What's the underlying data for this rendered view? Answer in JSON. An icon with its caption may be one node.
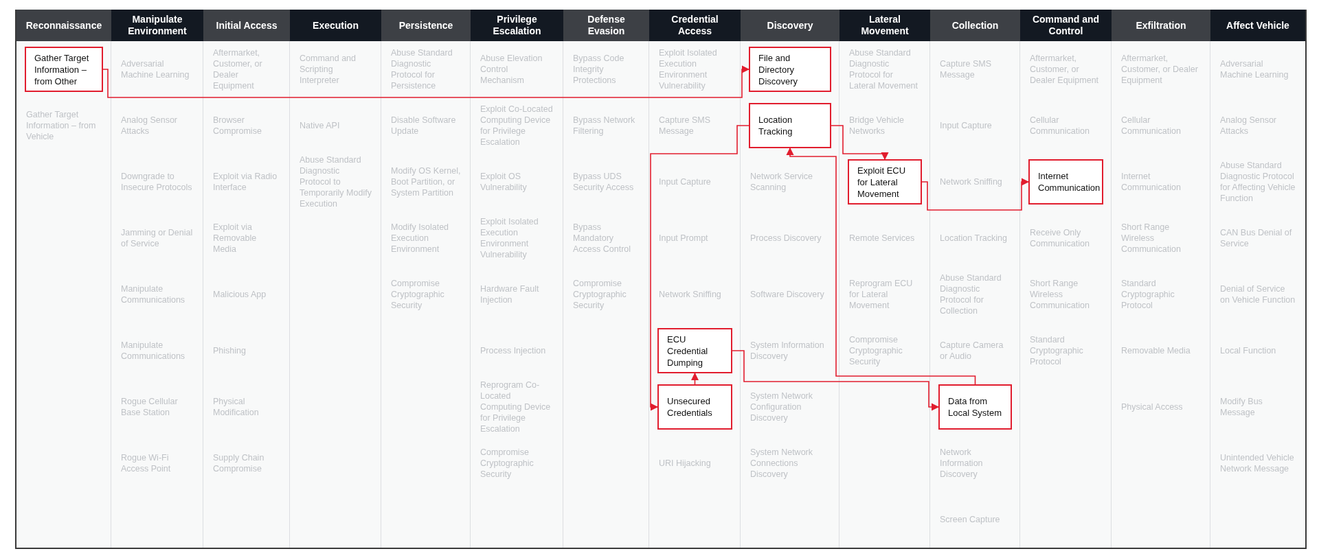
{
  "diagram": {
    "nodes": [
      {
        "text": [
          "Reconnaissance"
        ]
      },
      {
        "text": [
          "Manipulate Environment"
        ]
      },
      {
        "text": [
          "Initial Access"
        ]
      },
      {
        "text": [
          "Execution"
        ]
      },
      {
        "text": [
          "Persistence"
        ]
      },
      {
        "text": [
          "Privilege Escalation"
        ]
      },
      {
        "text": [
          "Defense Evasion"
        ]
      },
      {
        "text": [
          "Credential Access"
        ]
      },
      {
        "text": [
          "Discovery"
        ]
      },
      {
        "text": [
          "Lateral Movement"
        ]
      },
      {
        "text": [
          "Collection"
        ]
      },
      {
        "text": [
          "Command and Control"
        ]
      },
      {
        "text": [
          "Exfiltration"
        ]
      },
      {
        "text": [
          "Affect Vehicle"
        ]
      },
      {
        "text": [
          "Gather Target Information – from Other"
        ]
      },
      {
        "text": [
          "File and Directory Discovery"
        ]
      },
      {
        "text": [
          "Location Tracking"
        ]
      },
      {
        "text": [
          "Exploit ECU for Lateral Movement"
        ]
      },
      {
        "text": [
          "Internet Communication"
        ]
      },
      {
        "text": [
          "ECU Credential Dumping"
        ]
      },
      {
        "text": [
          "Unsecured Credentials"
        ]
      },
      {
        "text": [
          "Data from Local System"
        ]
      }
    ],
    "edges": [
      {
        "from": 14,
        "to": 15,
        "arrow": "to"
      },
      {
        "from": 16,
        "to": 20,
        "arrow": "to"
      },
      {
        "from": 16,
        "to": 17,
        "arrow": "to"
      },
      {
        "from": 17,
        "to": 18,
        "arrow": "to"
      },
      {
        "from": 20,
        "to": 19,
        "arrow": "to"
      },
      {
        "from": 19,
        "to": 21,
        "arrow": "to"
      },
      {
        "from": 21,
        "to": 16,
        "arrow": "to"
      }
    ],
    "labels": [
      "Adversarial Machine Learning",
      "Aftermarket, Customer, or Dealer Equipment",
      "Command and Scripting Interpreter",
      "Abuse Standard Diagnostic Protocol for Persistence",
      "Abuse Elevation Control Mechanism",
      "Bypass Code Integrity Protections",
      "Exploit Isolated Execution Environment Vulnerability",
      "Abuse Standard Diagnostic Protocol for Lateral Movement",
      "Capture SMS Message",
      "Aftermarket, Customer, or Dealer Equipment",
      "Aftermarket, Customer, or Dealer Equipment",
      "Adversarial Machine Learning",
      "Gather Target Information – from Vehicle",
      "Analog Sensor Attacks",
      "Browser Compromise",
      "Native API",
      "Disable Software Update",
      "Exploit Co-Located Computing Device for Privilege Escalation",
      "Bypass Network Filtering",
      "Capture SMS Message",
      "Bridge Vehicle Networks",
      "Input Capture",
      "Cellular Communication",
      "Cellular Communication",
      "Analog Sensor Attacks",
      "Downgrade to Insecure Protocols",
      "Exploit via Radio Interface",
      "Abuse Standard Diagnostic Protocol to Temporarily Modify Execution",
      "Modify OS Kernel, Boot Partition, or System Partition",
      "Exploit OS Vulnerability",
      "Bypass UDS Security Access",
      "Input Capture",
      "Network Service Scanning",
      "Network Sniffing",
      "Internet Communication",
      "Abuse Standard Diagnostic Protocol for Affecting Vehicle Function",
      "Jamming or Denial of Service",
      "Exploit via Removable Media",
      "Modify Isolated Execution Environment",
      "Exploit Isolated Execution Environment Vulnerability",
      "Bypass Mandatory Access Control",
      "Input Prompt",
      "Process Discovery",
      "Remote Services",
      "Location Tracking",
      "Receive Only Communication",
      "Short Range Wireless Communication",
      "CAN Bus Denial of Service",
      "Manipulate Communications",
      "Malicious App",
      "Compromise Cryptographic Security",
      "Hardware Fault Injection",
      "Compromise Cryptographic Security",
      "Network Sniffing",
      "Software Discovery",
      "Reprogram ECU for Lateral Movement",
      "Abuse Standard Diagnostic Protocol for Collection",
      "Short Range Wireless Communication",
      "Standard Cryptographic Protocol",
      "Denial of Service on Vehicle Function",
      "Manipulate Communications",
      "Phishing",
      "Process Injection",
      "System Information Discovery",
      "Compromise Cryptographic Security",
      "Capture Camera or Audio",
      "Standard Cryptographic Protocol",
      "Removable Media",
      "Local Function",
      "Rogue Cellular Base Station",
      "Physical Modification",
      "Reprogram Co-Located Computing Device for Privilege Escalation",
      "System Network Configuration Discovery",
      "Physical Access",
      "Modify Bus Message",
      "Rogue Wi-Fi Access Point",
      "Supply Chain Compromise",
      "Compromise Cryptographic Security",
      "URI Hijacking",
      "System Network Connections Discovery",
      "Network Information Discovery",
      "Unintended Vehicle Network Message",
      "Screen Capture"
    ]
  }
}
